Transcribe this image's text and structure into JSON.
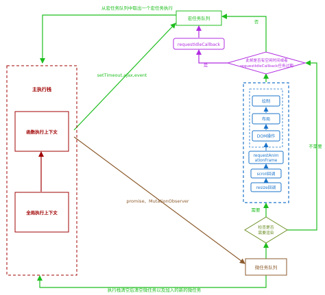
{
  "nodes": {
    "main_stack": "主执行栈",
    "function_context": "函数执行上下文",
    "global_context": "全局执行上下文",
    "macro_queue": "宏任务队列",
    "ric": "requestIdleCallback",
    "idle_check_line1": "此帧是否有空闲时间或者",
    "idle_check_line2": "requestIdleCallback任务过期",
    "paint": "绘制",
    "layout": "布局",
    "dom_op": "DOM操作",
    "raf_line1": "requestAnim",
    "raf_line2": "ationFrame",
    "scroll": "scroll回调",
    "resize": "resize回调",
    "render_check_line1": "检查是否",
    "render_check_line2": "需要渲染",
    "micro_queue": "微任务队列"
  },
  "edges": {
    "take_macro": "从宏任务队列中取出一个宏任务执行",
    "settimeout": "setTimeout,ajax,event",
    "promise": "promise、MutationObserver",
    "clear_micro": "执行栈清空后清空微任务以及加入的新的微任务",
    "yes": "是",
    "no": "否",
    "need": "需要",
    "not_need": "不需要"
  },
  "colors": {
    "green": "#1dbd1d",
    "darkred": "#a00000",
    "purple": "#b12ce0",
    "blue": "#1a73c9",
    "olive": "#6b8e23",
    "brown": "#8b5a2b"
  }
}
